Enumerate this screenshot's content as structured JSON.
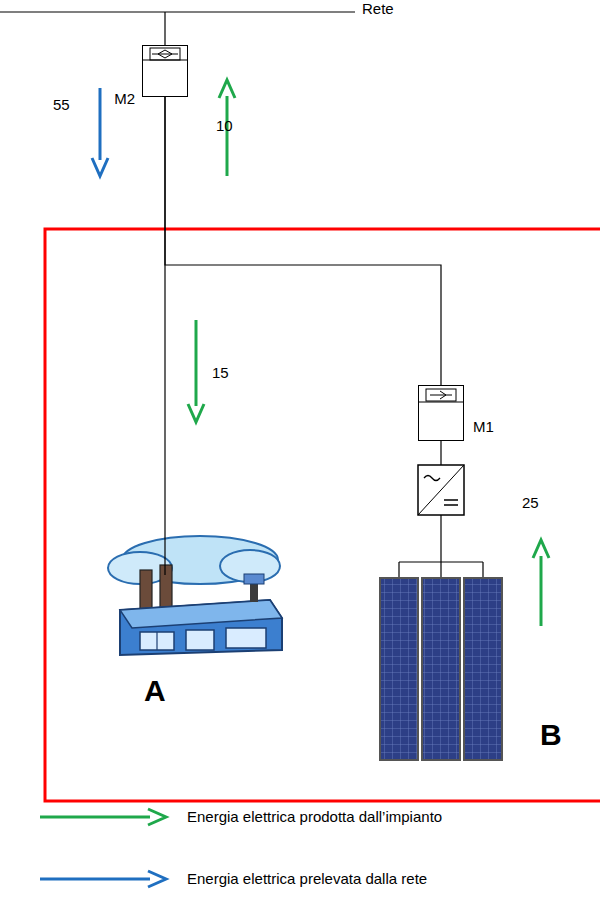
{
  "diagram": {
    "nodes": [
      {
        "text": [
          "M2"
        ]
      },
      {
        "text": [
          "A"
        ]
      },
      {
        "text": [
          "M1"
        ]
      },
      {
        "text": [
          "B"
        ]
      }
    ],
    "edges": [
      {
        "from": 0,
        "to": 1,
        "arrow": "none"
      },
      {
        "from": 0,
        "to": 2,
        "arrow": "none"
      },
      {
        "from": 2,
        "to": 3,
        "arrow": "none"
      }
    ],
    "labels": [
      "Rete",
      "55",
      "10",
      "15",
      "25"
    ],
    "legend": [
      {
        "text": "Energia elettrica prodotta dall’impianto"
      },
      {
        "text": "Energia elettrica prelevata dalla rete"
      }
    ]
  }
}
